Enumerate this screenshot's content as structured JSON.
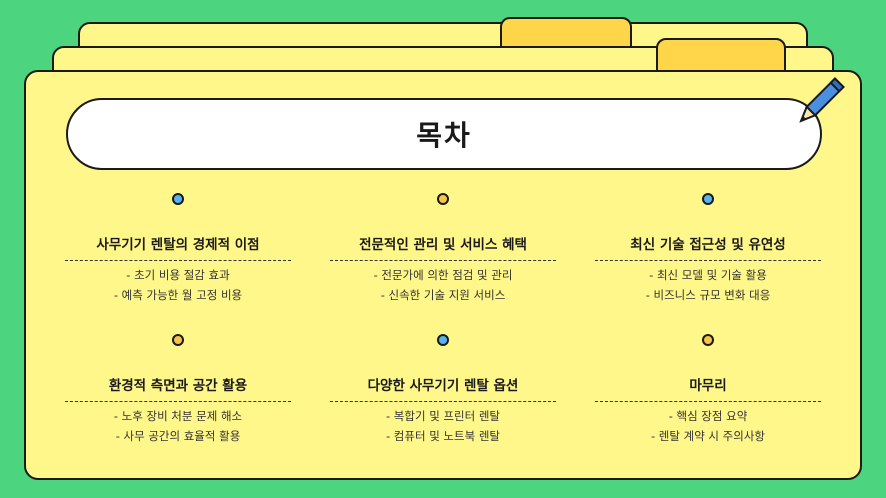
{
  "title": "목차",
  "colors": {
    "background": "#4cd47f",
    "folder": "#fff78a",
    "tab": "#ffd54a",
    "dot_blue": "#56b4f0",
    "dot_orange": "#f6c54a"
  },
  "items": [
    {
      "title": "사무기기 렌탈의 경제적 이점",
      "dot": "blue",
      "bullets": [
        "- 초기 비용 절감 효과",
        "- 예측 가능한 월 고정 비용"
      ]
    },
    {
      "title": "전문적인 관리 및 서비스 혜택",
      "dot": "orange",
      "bullets": [
        "- 전문가에 의한 점검 및 관리",
        "- 신속한 기술 지원 서비스"
      ]
    },
    {
      "title": "최신 기술 접근성 및 유연성",
      "dot": "blue",
      "bullets": [
        "- 최신 모델 및 기술 활용",
        "- 비즈니스 규모 변화 대응"
      ]
    },
    {
      "title": "환경적 측면과 공간 활용",
      "dot": "orange",
      "bullets": [
        "- 노후 장비 처분 문제 해소",
        "- 사무 공간의 효율적 활용"
      ]
    },
    {
      "title": "다양한 사무기기 렌탈 옵션",
      "dot": "blue",
      "bullets": [
        "- 복합기 및 프린터 렌탈",
        "- 컴퓨터 및 노트북 렌탈"
      ]
    },
    {
      "title": "마무리",
      "dot": "orange",
      "bullets": [
        "- 핵심 장점 요약",
        "- 렌탈 계약 시 주의사항"
      ]
    }
  ]
}
